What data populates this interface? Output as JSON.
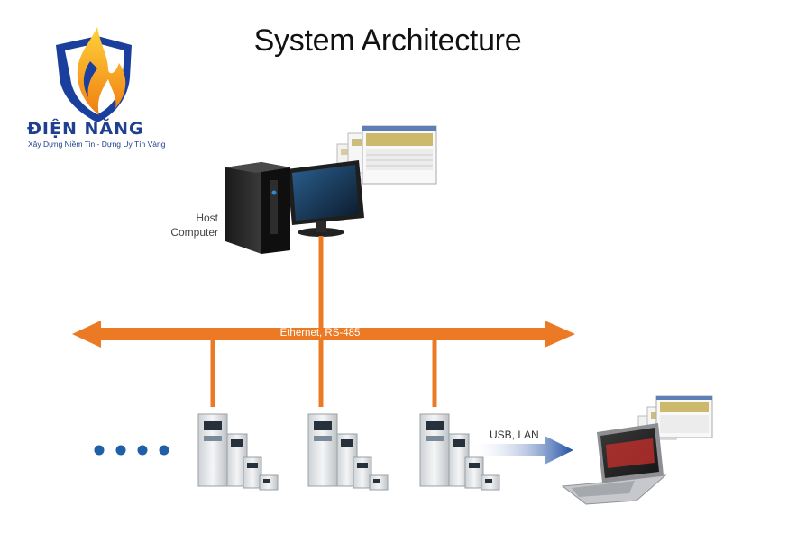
{
  "title": "System Architecture",
  "brand": {
    "name": "ĐIỆN NĂNG",
    "slogan": "Xây Dựng Niềm Tin - Dựng Uy Tín Vàng"
  },
  "nodes": {
    "host": {
      "line1": "Host",
      "line2": "Computer"
    },
    "bus": {
      "label": "Ethernet, RS-485"
    },
    "link": {
      "label": "USB, LAN"
    }
  },
  "colors": {
    "bus": "#ec7a24",
    "link": "#1f4fa3",
    "dots": "#1f5fa8",
    "brand": "#1f3f8f"
  }
}
